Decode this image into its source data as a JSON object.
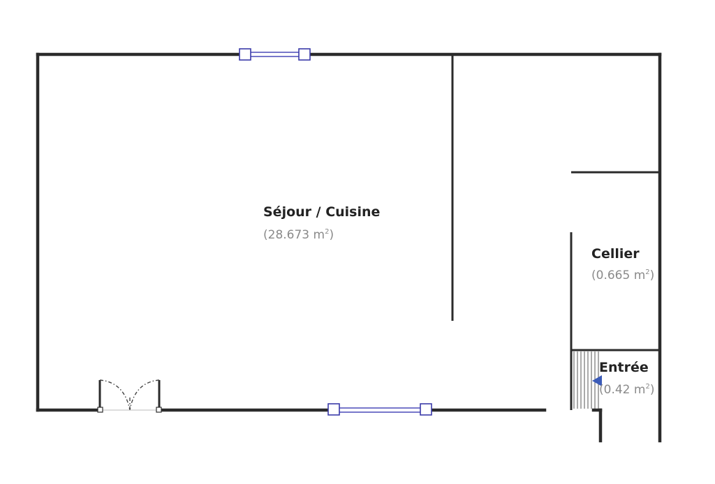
{
  "rooms": [
    {
      "name": "Séjour / Cuisine",
      "area_prefix": "(28.673 m",
      "area_sup": "2",
      "area_suffix": ")"
    },
    {
      "name": "Cellier",
      "area_prefix": "(0.665 m",
      "area_sup": "2",
      "area_suffix": ")"
    },
    {
      "name": "Entrée",
      "area_prefix": "(0.42 m",
      "area_sup": "2",
      "area_suffix": ")"
    }
  ],
  "colors": {
    "wall": "#2b2b2b",
    "window": "#3a3aa8",
    "room_name": "#222222",
    "room_area": "#8a8a8a",
    "arrow": "#3b5bb8"
  }
}
